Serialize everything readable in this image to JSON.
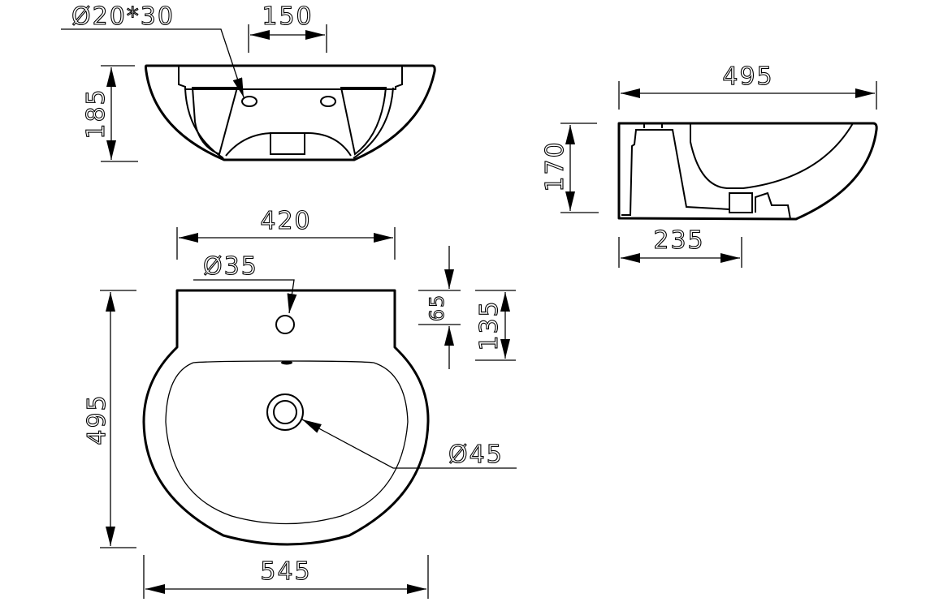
{
  "drawing": {
    "title": "Basin technical drawing",
    "units": "mm",
    "colors": {
      "line": "#000000",
      "background": "#ffffff"
    },
    "views": {
      "rear_view": {
        "dimensions": {
          "waste_hole": "Ø20*30",
          "fixing_centres": "150",
          "height": "185"
        }
      },
      "side_view": {
        "dimensions": {
          "depth": "495",
          "height": "170",
          "wall_to_centre": "235"
        }
      },
      "top_view": {
        "dimensions": {
          "back_width": "420",
          "tap_hole": "Ø35",
          "tap_hole_offset": "65",
          "back_section": "135",
          "projection": "495",
          "waste": "Ø45",
          "overall_width": "545"
        }
      }
    }
  }
}
